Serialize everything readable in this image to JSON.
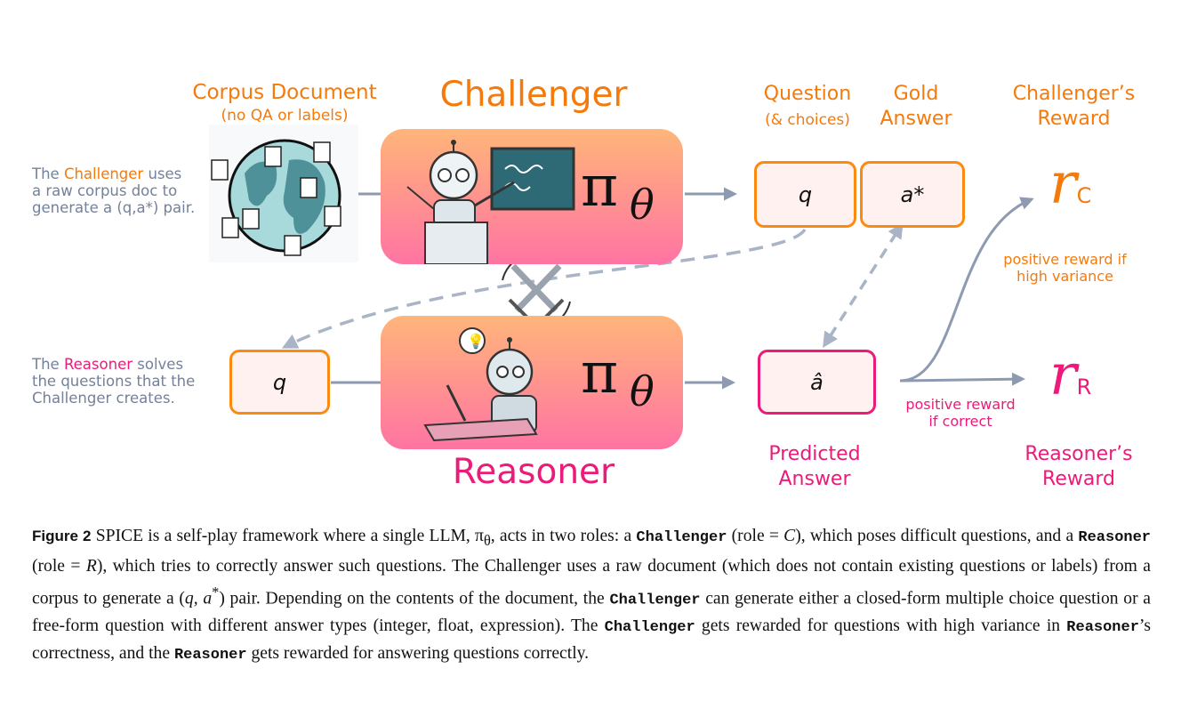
{
  "left_notes": {
    "challenger": {
      "pre": "The ",
      "role": "Challenger",
      "post1": " uses",
      "line2": "a raw corpus doc to",
      "line3": "generate a (q,a*) pair."
    },
    "reasoner": {
      "pre": "The ",
      "role": "Reasoner",
      "post1": " solves",
      "line2": "the questions that the",
      "line3": "Challenger creates."
    }
  },
  "corpus": {
    "title": "Corpus Document",
    "subtitle": "(no QA or labels)"
  },
  "challenger": {
    "title": "Challenger",
    "policy": "π",
    "param": "θ"
  },
  "reasoner": {
    "title": "Reasoner",
    "policy": "π",
    "param": "θ"
  },
  "question": {
    "label1": "Question",
    "label2": "(& choices)",
    "value": "q"
  },
  "gold": {
    "label1": "Gold",
    "label2": "Answer",
    "value": "a*"
  },
  "reasoner_input": {
    "value": "q"
  },
  "predicted": {
    "label1": "Predicted",
    "label2": "Answer",
    "value": "â"
  },
  "challenger_reward": {
    "label1": "Challenger’s",
    "label2": "Reward",
    "symbol": "r",
    "sub": "C",
    "note1": "positive reward if",
    "note2": "high variance"
  },
  "reasoner_reward": {
    "label1": "Reasoner’s",
    "label2": "Reward",
    "symbol": "r",
    "sub": "R",
    "note1": "positive reward",
    "note2": "if correct"
  },
  "caption": {
    "fig": "Figure 2",
    "t1": " SPICE is a self-play framework where a single LLM, π",
    "t1sub": "θ",
    "t2": ", acts in two roles: a ",
    "b1": "Challenger",
    "t3": " (role = ",
    "m1": "C",
    "t4": "), which poses difficult questions, and a ",
    "b2": "Reasoner",
    "t5": " (role = ",
    "m2": "R",
    "t6": "), which tries to correctly answer such questions. The Challenger uses a raw document (which does not contain existing questions or labels) from a corpus to generate a (",
    "m3": "q, a",
    "m3sup": "*",
    "t7": ") pair. Depending on the contents of the document, the ",
    "b3": "Challenger",
    "t8": " can generate either a closed-form multiple choice question or a free-form question with different answer types (integer, float, expression). The ",
    "b4": "Challenger",
    "t9": " gets rewarded for questions with high variance in ",
    "b5": "Reasoner",
    "t10": "’s correctness, and the ",
    "b6": "Reasoner",
    "t11": " gets rewarded for answering questions correctly."
  },
  "colors": {
    "challenger": "#f57a0c",
    "reasoner": "#ec1a78",
    "arrow": "#8e9ab0"
  }
}
